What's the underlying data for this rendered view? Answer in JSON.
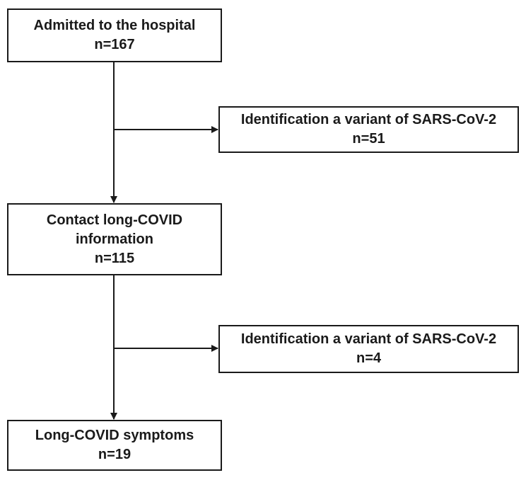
{
  "boxes": {
    "admitted": {
      "label": "Admitted to the hospital",
      "count": "n=167"
    },
    "excluded_1": {
      "label": "Identification a variant of SARS-CoV-2",
      "count": "n=51"
    },
    "contact": {
      "label_line1": "Contact long-COVID",
      "label_line2": "information",
      "count": "n=115"
    },
    "excluded_2": {
      "label": "Identification a variant of SARS-CoV-2",
      "count": "n=4"
    },
    "long_covid": {
      "label": "Long-COVID symptoms",
      "count": "n=19"
    }
  },
  "colors": {
    "line": "#1a1a1a",
    "background": "#ffffff"
  }
}
